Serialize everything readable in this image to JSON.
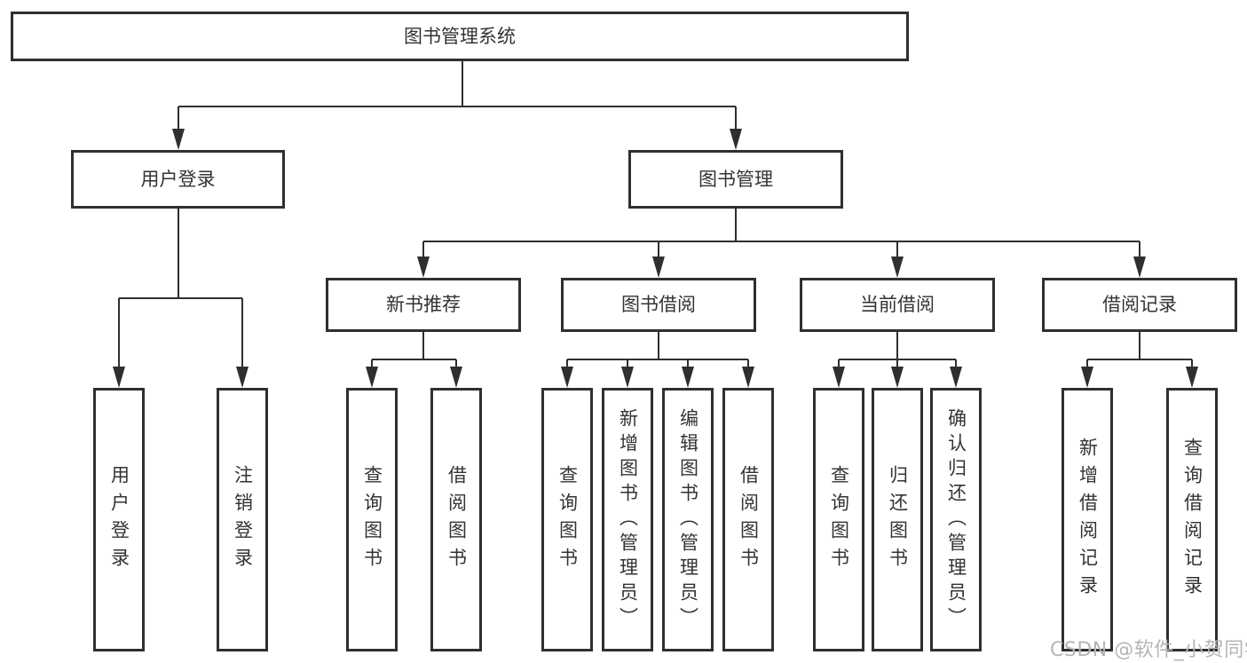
{
  "colors": {
    "line": "#2f2f2f",
    "text": "#333333",
    "watermark_gray": "#b5b5b5",
    "background": "#ffffff"
  },
  "watermark": {
    "text": "CSDN @软件_小贺同学"
  },
  "tree": {
    "label": "图书管理系统",
    "children": [
      {
        "label": "用户登录",
        "children": [
          {
            "label": "用户登录"
          },
          {
            "label": "注销登录"
          }
        ]
      },
      {
        "label": "图书管理",
        "children": [
          {
            "label": "新书推荐",
            "children": [
              {
                "label": "查询图书"
              },
              {
                "label": "借阅图书"
              }
            ]
          },
          {
            "label": "图书借阅",
            "children": [
              {
                "label": "查询图书"
              },
              {
                "label": "新增图书（管理员）"
              },
              {
                "label": "编辑图书（管理员）"
              },
              {
                "label": "借阅图书"
              }
            ]
          },
          {
            "label": "当前借阅",
            "children": [
              {
                "label": "查询图书"
              },
              {
                "label": "归还图书"
              },
              {
                "label": "确认归还（管理员）"
              }
            ]
          },
          {
            "label": "借阅记录",
            "children": [
              {
                "label": "新增借阅记录"
              },
              {
                "label": "查询借阅记录"
              }
            ]
          }
        ]
      }
    ]
  }
}
